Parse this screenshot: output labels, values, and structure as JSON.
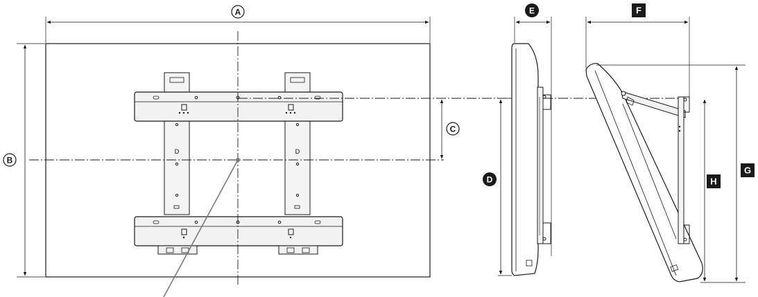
{
  "labels": {
    "A": "A",
    "B": "B",
    "C": "C",
    "D": "D",
    "E": "E",
    "F": "F",
    "G": "G",
    "H": "H"
  },
  "colors": {
    "line": "#1a1a1a",
    "panel_fill": "#ffffff",
    "bracket_fill": "#f2f2f2",
    "dark_fill": "#1a1a1a",
    "leader": "#7a7a7a"
  }
}
